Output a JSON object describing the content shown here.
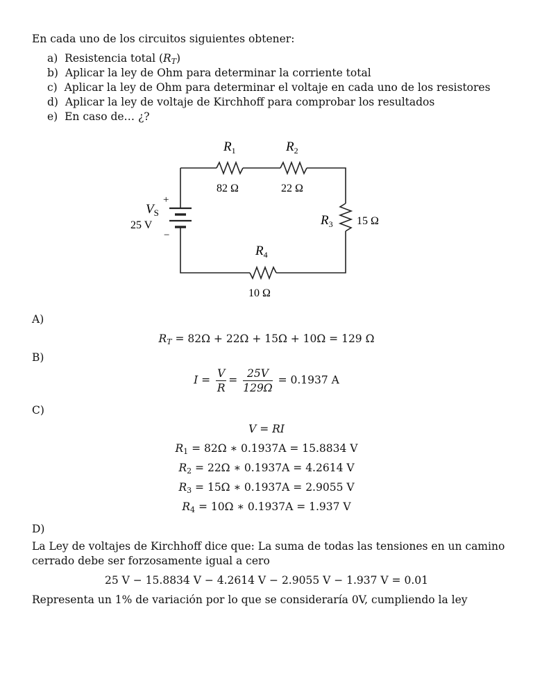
{
  "intro": "En cada uno de los circuitos siguientes obtener:",
  "tasks": [
    {
      "letter": "a)",
      "text": "Resistencia total ("
    },
    {
      "letter": "b)",
      "text": "Aplicar la ley de Ohm para determinar la corriente total"
    },
    {
      "letter": "c)",
      "text": "Aplicar la ley de Ohm para determinar el voltaje en cada uno de los resistores"
    },
    {
      "letter": "d)",
      "text": "Aplicar la ley de voltaje de Kirchhoff para comprobar los resultados"
    },
    {
      "letter": "e)",
      "text": "En caso de… ¿?"
    }
  ],
  "circuit": {
    "source_label": "V",
    "source_sub": "S",
    "source_value": "25 V",
    "plus": "+",
    "minus": "−",
    "r1_label": "R",
    "r1_sub": "1",
    "r1_value": "82 Ω",
    "r2_label": "R",
    "r2_sub": "2",
    "r2_value": "22 Ω",
    "r3_label": "R",
    "r3_sub": "3",
    "r3_value": "15 Ω",
    "r4_label": "R",
    "r4_sub": "4",
    "r4_value": "10 Ω"
  },
  "sections": {
    "a": "A)",
    "b": "B)",
    "c": "C)",
    "d": "D)"
  },
  "eq_a": "= 82Ω + 22Ω + 15Ω + 10Ω = 129 Ω",
  "eq_b": {
    "lhs": "I =",
    "f1_num": "V",
    "f1_den": "R",
    "f2_num": "25V",
    "f2_den": "129Ω",
    "rhs": "= 0.1937 A"
  },
  "eq_c": {
    "ohm": "V = RI",
    "r1": "= 82Ω ∗ 0.1937A = 15.8834 V",
    "r2": "= 22Ω ∗ 0.1937A = 4.2614 V",
    "r3": "= 15Ω ∗ 0.1937A = 2.9055 V",
    "r4": "= 10Ω ∗ 0.1937A = 1.937 V"
  },
  "kirchhoff_line1": "La Ley de voltajes de Kirchhoff dice que: La suma de todas las tensiones en un camino",
  "kirchhoff_line2": "cerrado debe ser forzosamente igual a cero",
  "eq_d": "25 V − 15.8834 V − 4.2614 V − 2.9055 V − 1.937 V = 0.01",
  "conclusion": "Representa un 1% de variación por lo que se consideraría 0V, cumpliendo la ley"
}
